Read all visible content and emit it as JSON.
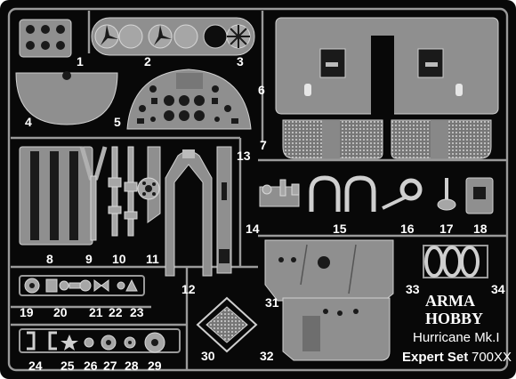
{
  "brand": {
    "line1": "ARMA",
    "line2": "HOBBY"
  },
  "product": {
    "name": "Hurricane Mk.I",
    "set_label": "Expert Set",
    "code": "700XX"
  },
  "part_labels": [
    "1",
    "2",
    "3",
    "4",
    "5",
    "6",
    "7",
    "8",
    "9",
    "10",
    "11",
    "12",
    "13",
    "14",
    "15",
    "16",
    "17",
    "18",
    "19",
    "20",
    "21",
    "22",
    "23",
    "24",
    "25",
    "26",
    "27",
    "28",
    "29",
    "30",
    "31",
    "32",
    "33",
    "34"
  ],
  "colors": {
    "fret": "#080808",
    "metal": "#8f8f8f",
    "metal_light": "#a6a6a6",
    "edge": "#d0d0d0",
    "text": "#ffffff"
  }
}
